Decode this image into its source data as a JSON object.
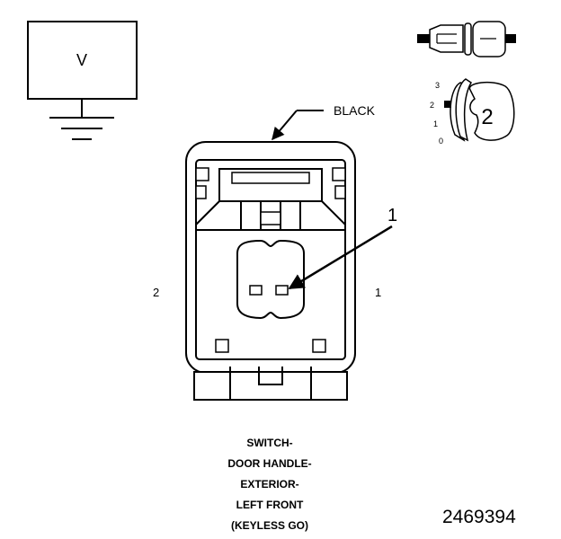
{
  "meter_symbol": "V",
  "connector_color": "BLACK",
  "callout": "1",
  "pin_labels": {
    "left": "2",
    "right": "1"
  },
  "position_scale": [
    "3",
    "2",
    "1",
    "0"
  ],
  "position_indicator": "2",
  "caption_lines": [
    "SWITCH-",
    "DOOR HANDLE-",
    "EXTERIOR-",
    "LEFT FRONT",
    "(KEYLESS GO)"
  ],
  "figure_number": "2469394"
}
